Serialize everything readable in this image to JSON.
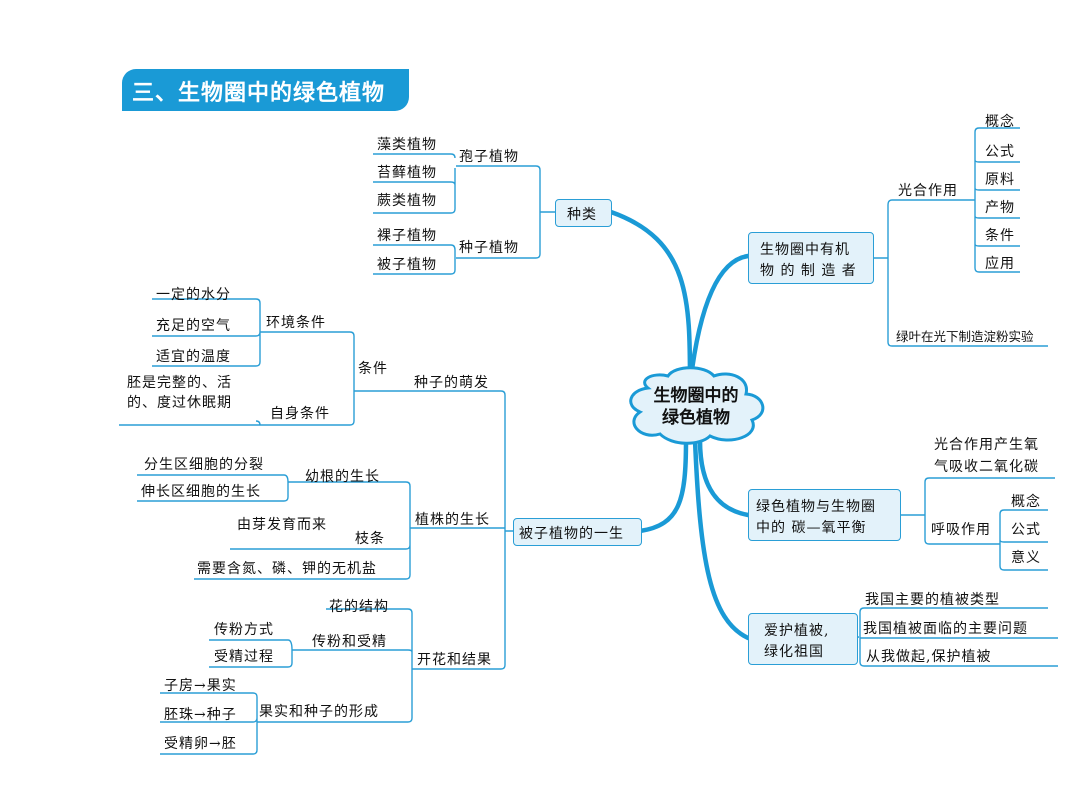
{
  "title": "三、生物圈中的绿色植物",
  "center": {
    "line1": "生物圈中的",
    "line2": "绿色植物"
  },
  "types": {
    "label": "种类",
    "spore": {
      "label": "孢子植物",
      "items": [
        "藻类植物",
        "苔藓植物",
        "蕨类植物"
      ]
    },
    "seed": {
      "label": "种子植物",
      "items": [
        "裸子植物",
        "被子植物"
      ]
    }
  },
  "producer": {
    "line1": "生物圈中有机",
    "line2": "物 的 制 造 者",
    "photosynthesis": {
      "label": "光合作用",
      "items": [
        "概念",
        "公式",
        "原料",
        "产物",
        "条件",
        "应用"
      ]
    },
    "experiment": "绿叶在光下制造淀粉实验"
  },
  "balance": {
    "line1": "绿色植物与生物圈",
    "line2": "中的 碳—氧平衡",
    "photo_line1": "光合作用产生氧",
    "photo_line2": "气吸收二氧化碳",
    "respiration": {
      "label": "呼吸作用",
      "items": [
        "概念",
        "公式",
        "意义"
      ]
    }
  },
  "protect": {
    "line1": "爱护植被,",
    "line2": "绿化祖国",
    "items": [
      "我国主要的植被类型",
      "我国植被面临的主要问题",
      "从我做起,保护植被"
    ]
  },
  "life": {
    "label": "被子植物的一生",
    "germination": {
      "label": "种子的萌发",
      "condition": "条件",
      "environment": {
        "label": "环境条件",
        "items": [
          "一定的水分",
          "充足的空气",
          "适宜的温度"
        ]
      },
      "self": {
        "label": "自身条件",
        "line1": "胚是完整的、活",
        "line2": "的、度过休眠期"
      }
    },
    "growth": {
      "label": "植株的生长",
      "root": {
        "label": "幼根的生长",
        "items": [
          "分生区细胞的分裂",
          "伸长区细胞的生长"
        ]
      },
      "stem": {
        "label": "枝条",
        "item": "由芽发育而来"
      },
      "mineral": "需要含氮、磷、钾的无机盐"
    },
    "flower": {
      "label": "开花和结果",
      "structure": "花的结构",
      "pollination": {
        "label": "传粉和受精",
        "items": [
          "传粉方式",
          "受精过程"
        ]
      },
      "fruit": {
        "label": "果实和种子的形成",
        "items": [
          "子房→果实",
          "胚珠→种子",
          "受精卵→胚"
        ]
      }
    }
  },
  "colors": {
    "accent": "#1a9ad6",
    "line": "#2a9ed6",
    "box_fill": "#e3f2fa"
  }
}
